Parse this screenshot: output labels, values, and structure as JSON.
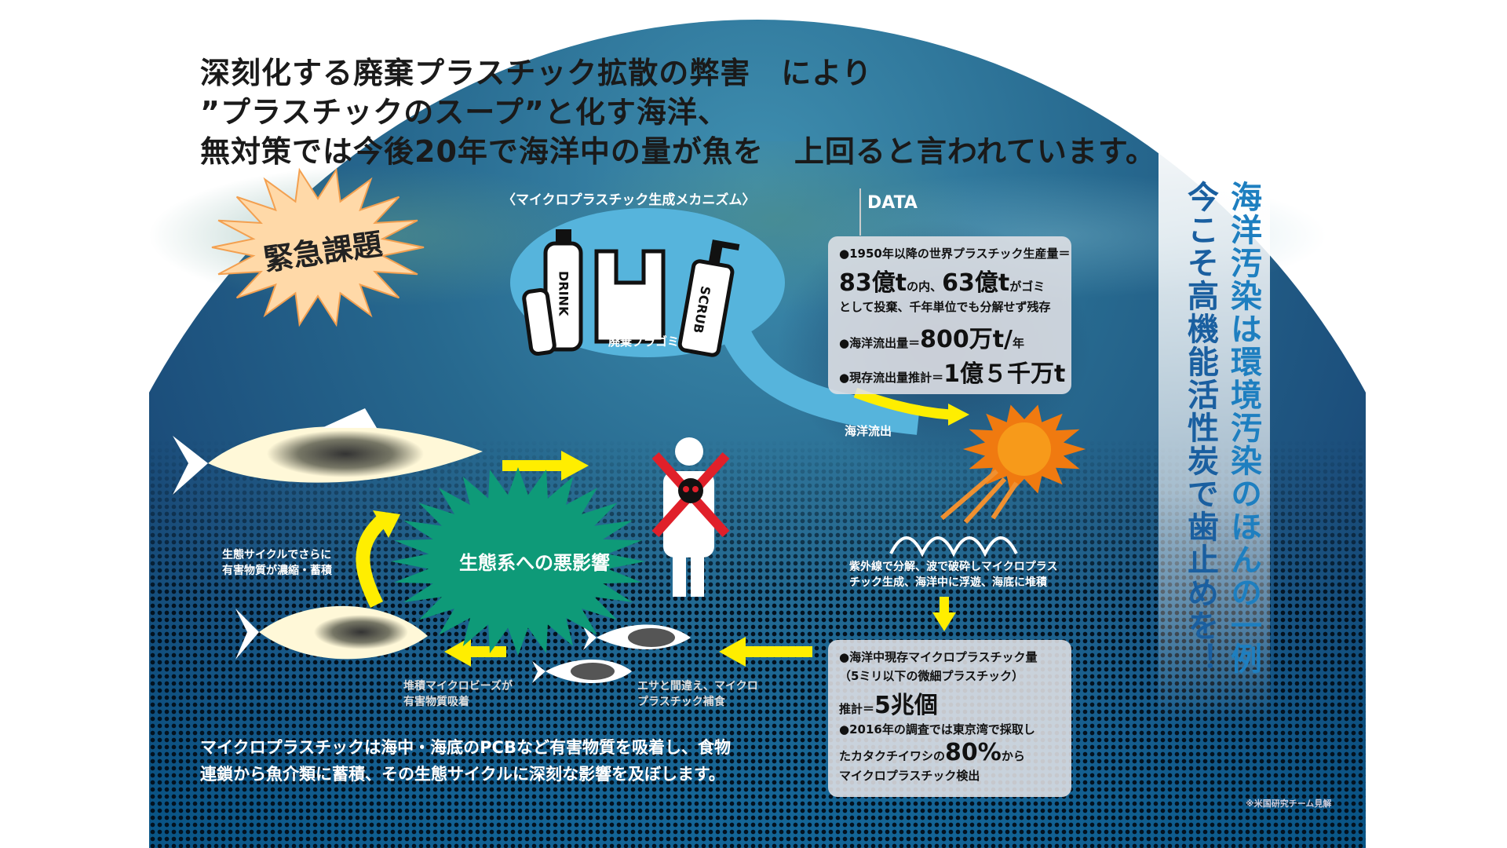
{
  "headline": [
    "深刻化する廃棄プラスチック拡散の弊害　により",
    "”プラスチックのスープ”と化す海洋、",
    "無対策では今後20年で海洋中の量が魚を　上回ると言われています。"
  ],
  "urgent_badge": "緊急課題",
  "mechanism_caption": "〈マイクロプラスチック生成メカニズム〉",
  "waste_bubble": {
    "label": "廃棄プラゴミ",
    "bottle_text": "DRINK",
    "pump_text": "SCRUB"
  },
  "data_section": {
    "label": "DATA",
    "line1": "●1950年以降の世界プラスチック生産量＝",
    "value1": "83億t",
    "mid1": "の内、",
    "value2": "63億t",
    "tail1": "がゴミ",
    "line2": "として投棄、千年単位でも分解せず残存",
    "line3_label": "●海洋流出量＝",
    "line3_value": "800万t/",
    "line3_unit": "年",
    "line4_label": "●現存流出量推計＝",
    "line4_value": "1億５千万t"
  },
  "ocean_outflow": "海洋流出",
  "uv_caption": [
    "紫外線で分解、波で破砕しマイクロプラス",
    "チック生成、海洋中に浮遊、海底に堆積"
  ],
  "micro_box": {
    "line1": "●海洋中現存マイクロプラスチック量",
    "line2": "（5ミリ以下の微細プラスチック）",
    "est_label": "推計＝",
    "est_value": "5兆個",
    "line3": "●2016年の調査では東京湾で採取し",
    "line4_pre": "たカタクチイワシの",
    "line4_value": "80%",
    "line4_post": "から",
    "line5": "マイクロプラスチック検出"
  },
  "footnote": "※米国研究チーム見解",
  "ecosystem_badge": "生態系への悪影響",
  "cycle_caption": [
    "生態サイクルでさらに",
    "有害物質が濃縮・蓄積"
  ],
  "beads_caption": [
    "堆積マイクロビーズが",
    "有害物質吸着"
  ],
  "bait_caption": [
    "エサと間違え、マイクロ",
    "プラスチック補食"
  ],
  "bottom_text": [
    "マイクロプラスチックは海中・海底のPCBなど有害物質を吸着し、食物",
    "連鎖から魚介類に蓄積、その生態サイクルに深刻な影響を及ぼします。"
  ],
  "side_panel": {
    "col1": "海洋汚染は環境汚染のほんの一例",
    "col2": "今こそ高機能活性炭で歯止めを！"
  },
  "colors": {
    "arrow": "#ffee00",
    "ecosystem": "#0e9a78",
    "sun": "#f07a10",
    "danger": "#e0202a",
    "text_blue": "#1e7fc0"
  }
}
